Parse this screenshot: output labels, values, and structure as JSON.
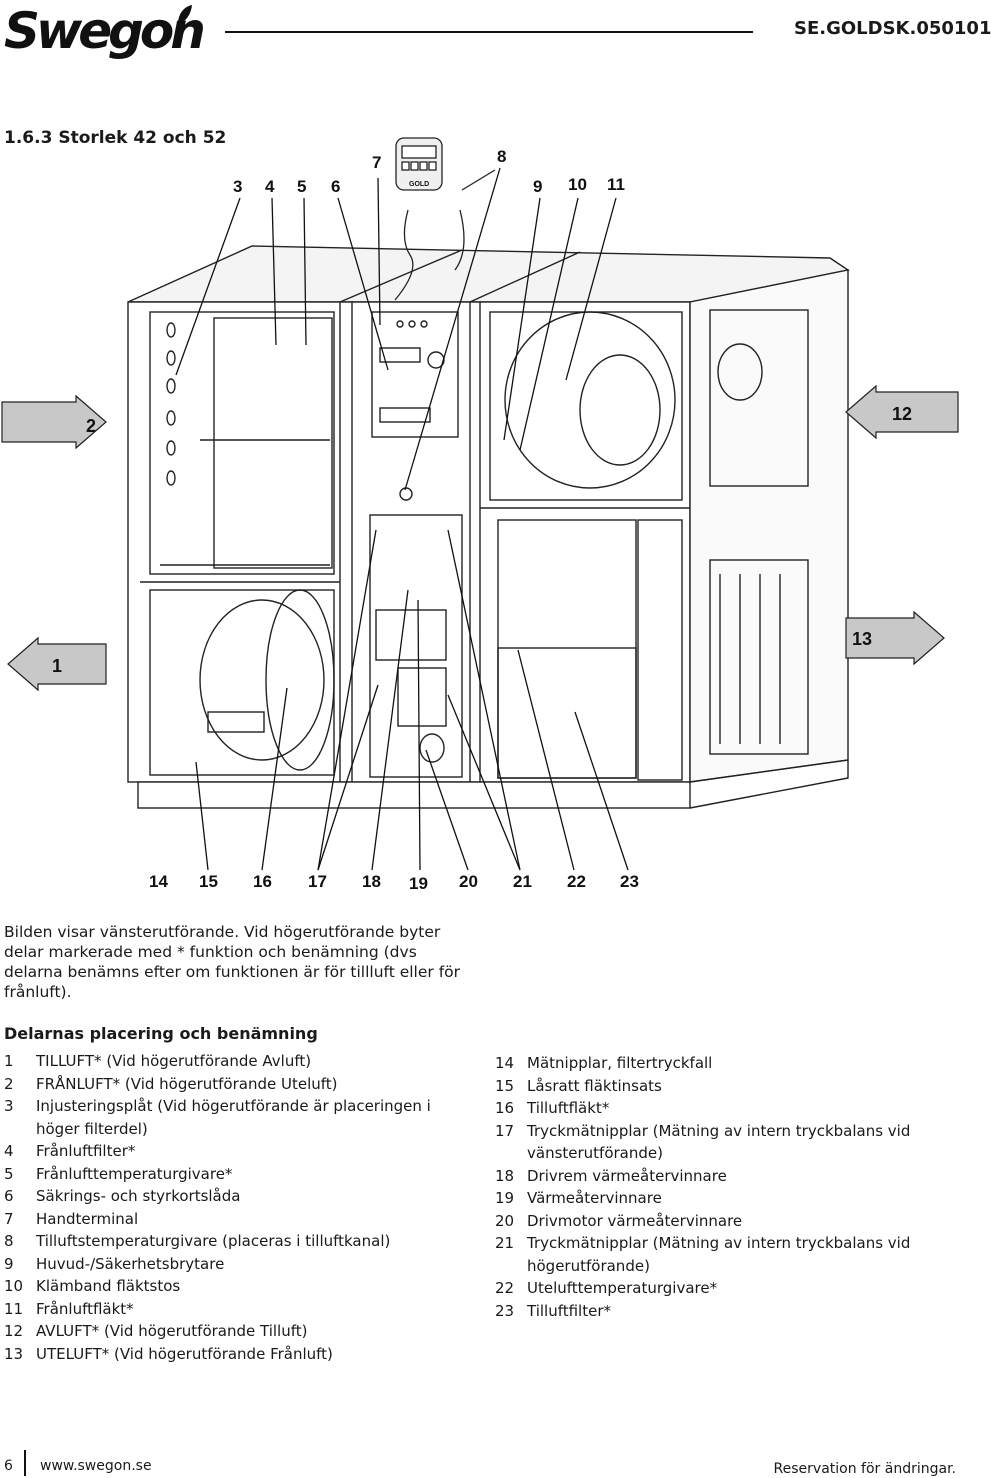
{
  "header": {
    "logo_text": "Swegon",
    "doc_code": "SE.GOLDSK.050101"
  },
  "section": {
    "title": "1.6.3 Storlek 42 och 52"
  },
  "figure": {
    "callouts_top": [
      "3",
      "4",
      "5",
      "6",
      "7",
      "8",
      "9",
      "10",
      "11"
    ],
    "callouts_bottom": [
      "14",
      "15",
      "16",
      "17",
      "18",
      "19",
      "20",
      "21",
      "22",
      "23"
    ],
    "arrows": [
      "2",
      "12",
      "1",
      "13"
    ],
    "controller_brand": "GOLD"
  },
  "caption": "Bilden visar vänsterutförande. Vid högerutförande byter delar markerade med * funktion och benämning (dvs delarna benämns efter om funktionen är för tillluft eller för frånluft).",
  "legend": {
    "title": "Delarnas placering och benämning",
    "left": [
      {
        "num": "1",
        "text": "TILLUFT* (Vid högerutförande Avluft)"
      },
      {
        "num": "2",
        "text": "FRÅNLUFT* (Vid högerutförande Uteluft)"
      },
      {
        "num": "3",
        "text": "Injusteringsplåt (Vid högerutförande är placeringen i höger filterdel)"
      },
      {
        "num": "4",
        "text": "Frånluftfilter*"
      },
      {
        "num": "5",
        "text": "Frånlufttemperaturgivare*"
      },
      {
        "num": "6",
        "text": "Säkrings- och styrkortslåda"
      },
      {
        "num": "7",
        "text": "Handterminal"
      },
      {
        "num": "8",
        "text": "Tilluftstemperaturgivare (placeras i tilluftkanal)"
      },
      {
        "num": "9",
        "text": "Huvud-/Säkerhetsbrytare"
      },
      {
        "num": "10",
        "text": "Klämband fläktstos"
      },
      {
        "num": "11",
        "text": "Frånluftfläkt*"
      },
      {
        "num": "12",
        "text": "AVLUFT* (Vid högerutförande Tilluft)"
      },
      {
        "num": "13",
        "text": "UTELUFT* (Vid högerutförande Frånluft)"
      }
    ],
    "right": [
      {
        "num": "14",
        "text": "Mätnipplar, filtertryckfall"
      },
      {
        "num": "15",
        "text": "Låsratt fläktinsats"
      },
      {
        "num": "16",
        "text": "Tilluftfläkt*"
      },
      {
        "num": "17",
        "text": "Tryckmätnipplar (Mätning av intern tryckbalans vid vänsterutförande)"
      },
      {
        "num": "18",
        "text": "Drivrem värmeåtervinnare"
      },
      {
        "num": "19",
        "text": "Värmeåtervinnare"
      },
      {
        "num": "20",
        "text": "Drivmotor värmeåtervinnare"
      },
      {
        "num": "21",
        "text": "Tryckmätnipplar (Mätning av intern tryckbalans vid högerutförande)"
      },
      {
        "num": "22",
        "text": "Utelufttemperaturgivare*"
      },
      {
        "num": "23",
        "text": "Tilluftfilter*"
      }
    ]
  },
  "footer": {
    "page": "6",
    "url": "www.swegon.se",
    "note": "Reservation för ändringar."
  }
}
